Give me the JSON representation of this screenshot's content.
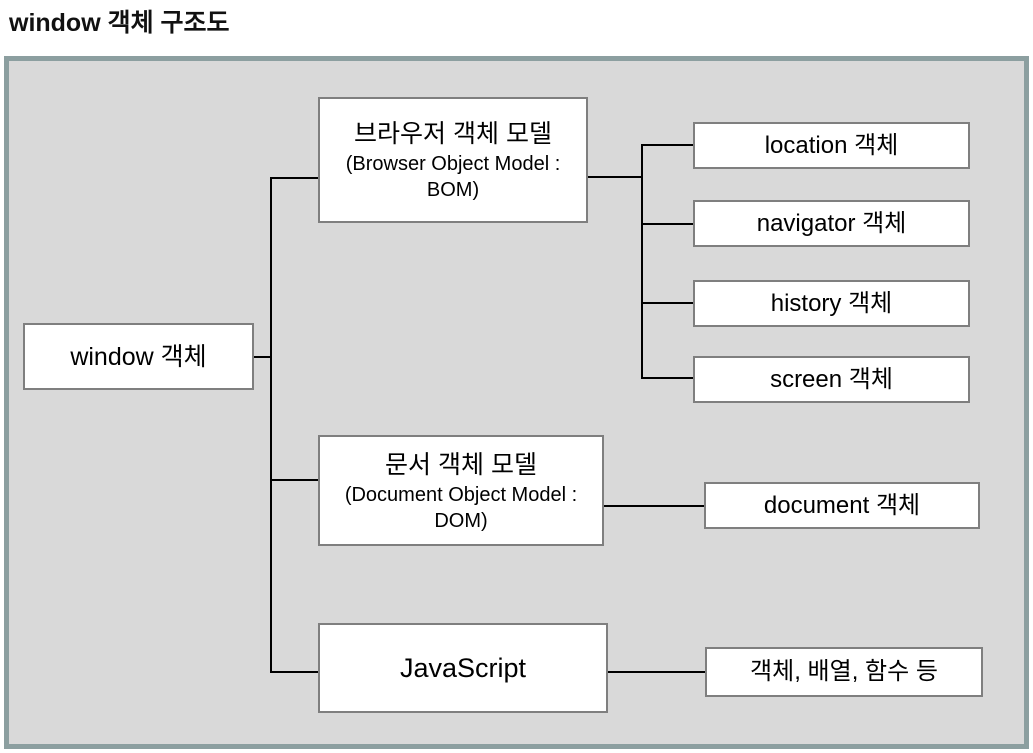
{
  "title": "window 객체 구조도",
  "colors": {
    "panel_fill": "#d9d9d9",
    "panel_border": "#8c9fa0",
    "box_fill": "#ffffff",
    "box_border": "#7f7f7f",
    "connector": "#000000",
    "text": "#000000"
  },
  "nodes": {
    "window": {
      "label": "window 객체"
    },
    "bom": {
      "line1": "브라우저 객체 모델",
      "line2": "(Browser Object Model :",
      "line3": "BOM)"
    },
    "dom": {
      "line1": "문서 객체 모델",
      "line2": "(Document Object Model :",
      "line3": "DOM)"
    },
    "javascript": {
      "label": "JavaScript"
    },
    "location": {
      "label": "location 객체"
    },
    "navigator": {
      "label": "navigator 객체"
    },
    "history": {
      "label": "history 객체"
    },
    "screen": {
      "label": "screen 객체"
    },
    "document": {
      "label": "document 객체"
    },
    "js_contents": {
      "label": "객체, 배열, 함수 등"
    }
  }
}
